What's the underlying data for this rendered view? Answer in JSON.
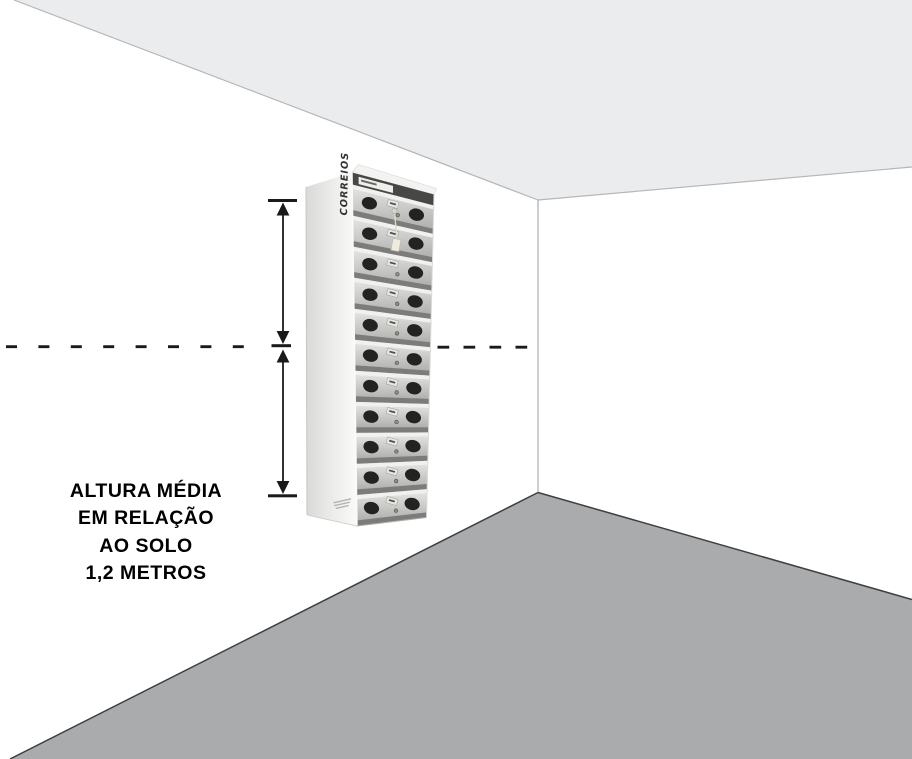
{
  "scene": {
    "type": "mailbox-installation-height-diagram",
    "room": {
      "ceiling_color": "#ebecee",
      "wall_color": "#ffffff",
      "floor_color": "#a9abad"
    },
    "cabinet": {
      "brand": "CORREIOS",
      "mailbox_rows": 11,
      "holes_per_door": 2,
      "side_color": "#f7f7f5",
      "door_color": "#c9c9c7",
      "hole_color": "#232321"
    },
    "dimension": {
      "line_color": "#1a1a1a",
      "style": "double-arrows-with-dashed-midline"
    },
    "annotation": {
      "lines": [
        "ALTURA MÉDIA",
        "EM RELAÇÃO",
        "AO SOLO",
        "1,2 METROS"
      ],
      "color": "#000000"
    }
  }
}
